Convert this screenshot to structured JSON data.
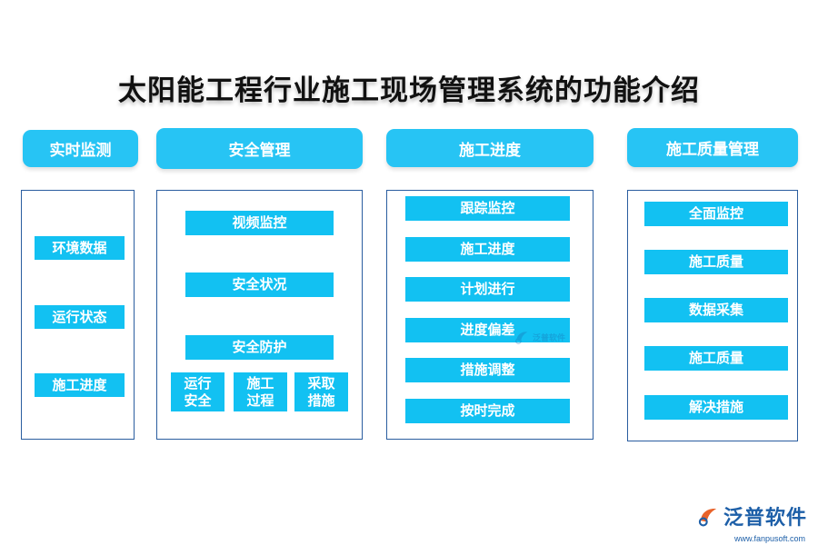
{
  "title": "太阳能工程行业施工现场管理系统的功能介绍",
  "columns": [
    {
      "header": "实时监测",
      "items": [
        "环境数据",
        "运行状态",
        "施工进度"
      ]
    },
    {
      "header": "安全管理",
      "items": [
        "视频监控",
        "安全状况",
        "安全防护"
      ],
      "sub_items": [
        "运行\n安全",
        "施工\n过程",
        "采取\n措施"
      ]
    },
    {
      "header": "施工进度",
      "items": [
        "跟踪监控",
        "施工进度",
        "计划进行",
        "进度偏差",
        "措施调整",
        "按时完成"
      ]
    },
    {
      "header": "施工质量管理",
      "items": [
        "全面监控",
        "施工质量",
        "数据采集",
        "施工质量",
        "解决措施"
      ]
    }
  ],
  "brand": {
    "name": "泛普软件",
    "url": "www.fanpusoft.com",
    "logo_icon": "fanpu-logo-icon",
    "color": "#1d5fa8"
  },
  "colors": {
    "header_bg": "#27c4f4",
    "item_bg": "#12c1f2",
    "panel_border": "#2a5d9f"
  }
}
